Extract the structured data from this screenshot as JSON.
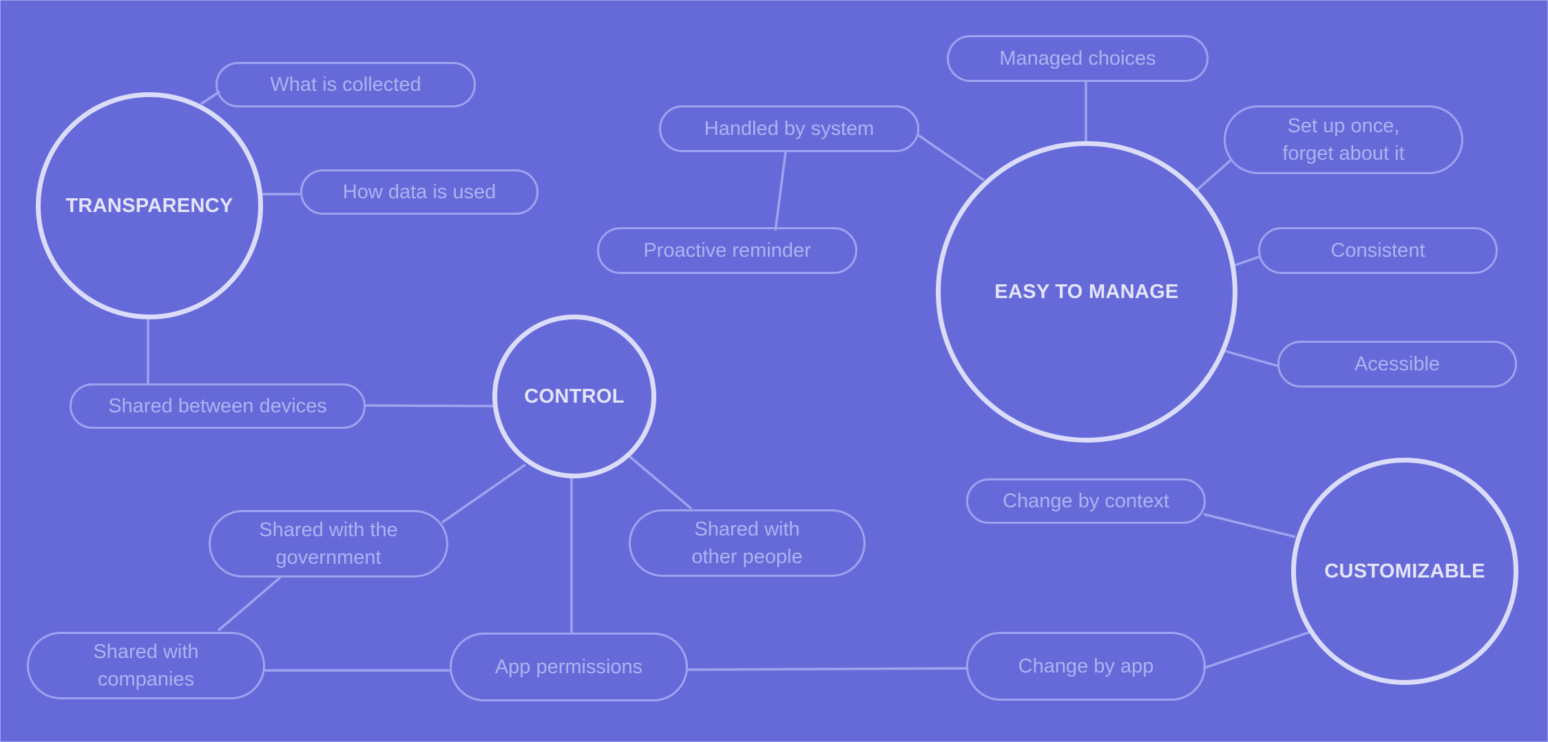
{
  "colors": {
    "background": "#666ad8",
    "hub_stroke": "#dadcfa",
    "hub_text": "#e4e5fb",
    "pill_stroke": "#9ea3f0",
    "pill_text": "#aeb2f2",
    "connector": "#9ea3f0"
  },
  "hubs": {
    "transparency": "TRANSPARENCY",
    "control": "CONTROL",
    "easy_to_manage": "EASY TO MANAGE",
    "customizable": "CUSTOMIZABLE"
  },
  "nodes": {
    "what_is_collected": "What is collected",
    "how_data_is_used": "How data is used",
    "shared_between_devices": "Shared between devices",
    "shared_with_government": "Shared with the\ngovernment",
    "shared_with_other_people": "Shared with\nother people",
    "shared_with_companies": "Shared with\ncompanies",
    "app_permissions": "App permissions",
    "handled_by_system": "Handled by system",
    "proactive_reminder": "Proactive reminder",
    "managed_choices": "Managed choices",
    "set_up_once": "Set up once,\nforget about it",
    "consistent": "Consistent",
    "acessible": "Acessible",
    "change_by_context": "Change by context",
    "change_by_app": "Change by app"
  }
}
